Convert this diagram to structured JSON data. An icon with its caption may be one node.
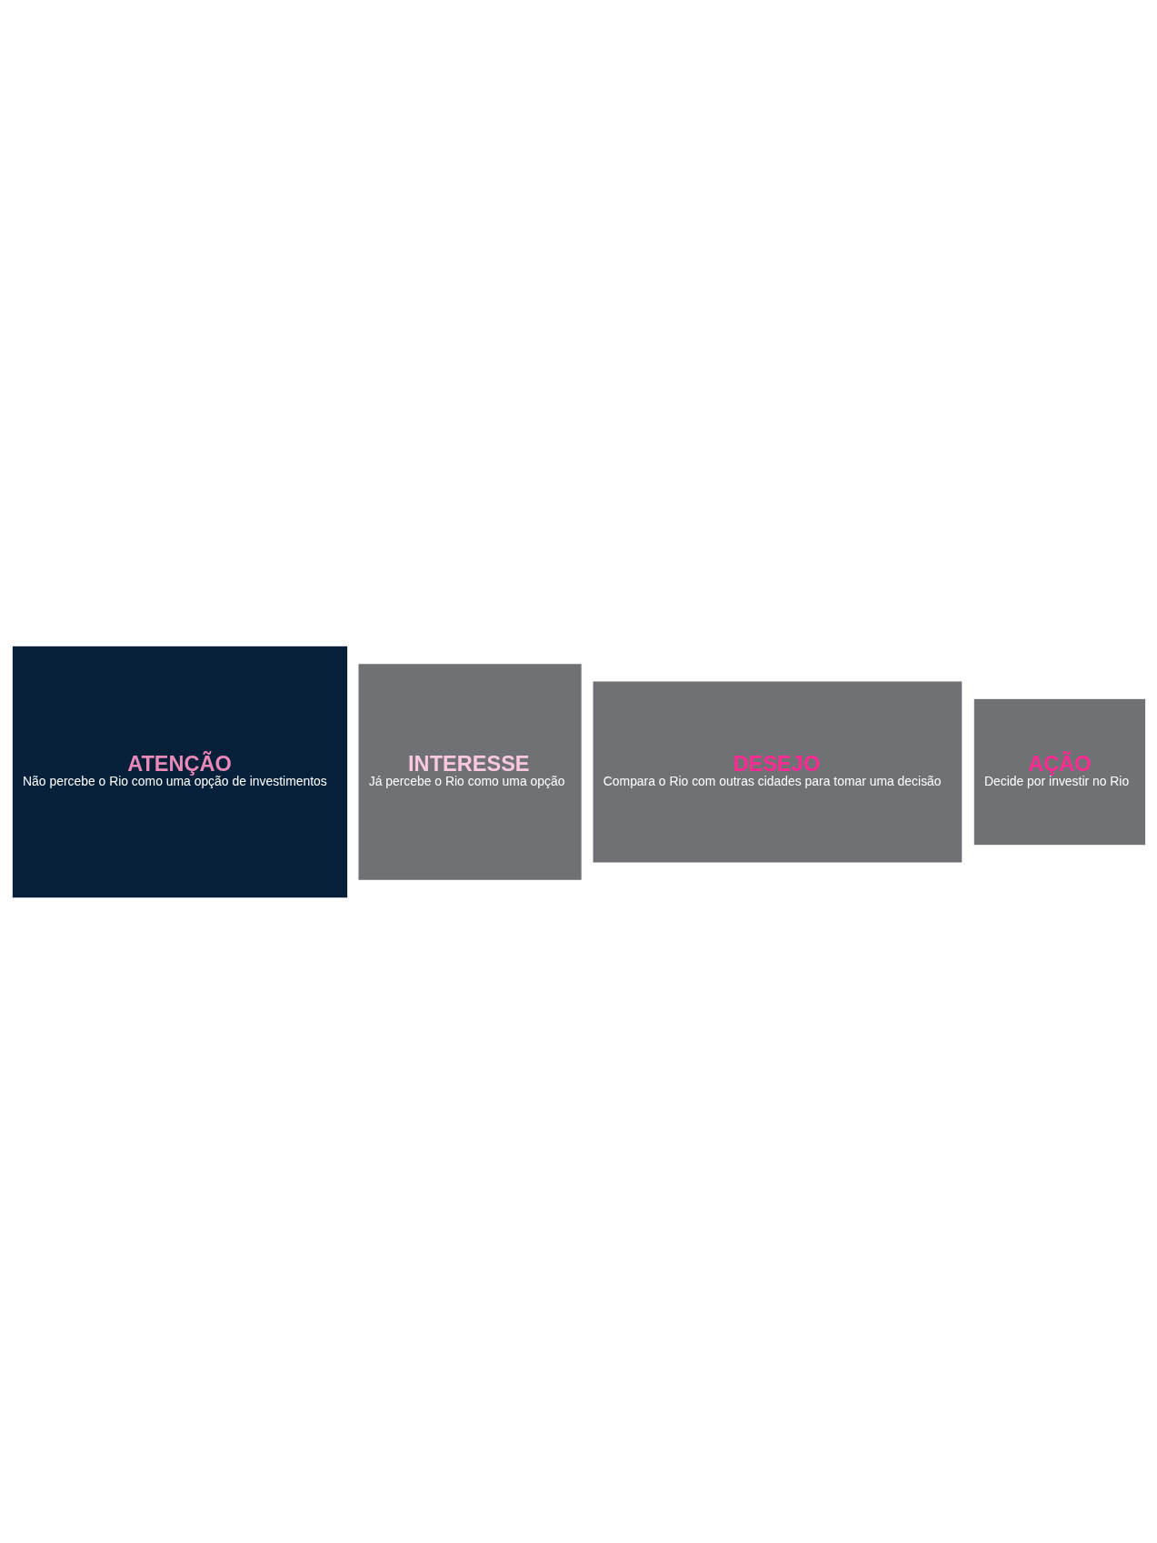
{
  "diagram": {
    "nodes": [
      {
        "text": [
          "ATENÇÃO",
          "Não percebe o Rio como uma opção de investimentos"
        ]
      },
      {
        "text": [
          "INTERESSE",
          "Já percebe o Rio como uma opção"
        ]
      },
      {
        "text": [
          "DESEJO",
          "Compara o Rio com outras cidades para tomar uma decisão"
        ]
      },
      {
        "text": [
          "AÇÃO",
          "Decide por investir no Rio"
        ]
      }
    ]
  }
}
